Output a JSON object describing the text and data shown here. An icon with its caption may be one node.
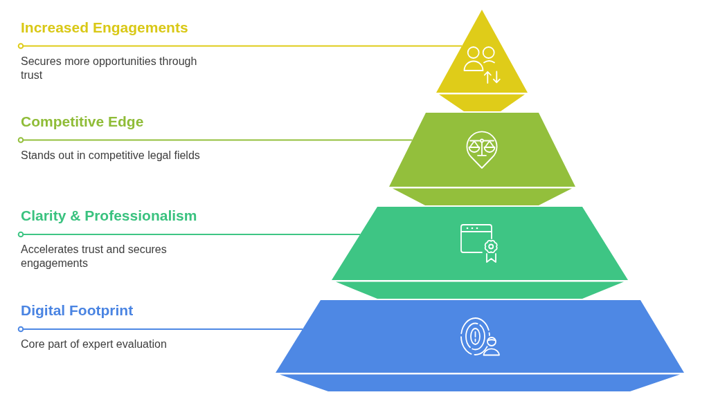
{
  "diagram": {
    "nodes": [
      {
        "text": [
          "Increased Engagements",
          "Secures more opportunities through trust"
        ]
      },
      {
        "text": [],
        "shape": "triangle"
      },
      {
        "text": [
          "Competitive Edge",
          "Stands out in competitive legal fields"
        ]
      },
      {
        "text": [],
        "shape": "trapezoid"
      },
      {
        "text": [
          "Clarity & Professionalism",
          "Accelerates trust and secures engagements"
        ]
      },
      {
        "text": [],
        "shape": "trapezoid"
      },
      {
        "text": [
          "Digital Footprint",
          "Core part of expert evaluation"
        ]
      },
      {
        "text": [],
        "shape": "trapezoid"
      }
    ],
    "edges": [
      {
        "from": 0,
        "to": 1,
        "arrow": "other",
        "color": "#dfcc19"
      },
      {
        "from": 2,
        "to": 3,
        "arrow": "other",
        "color": "#93bf3c"
      },
      {
        "from": 4,
        "to": 5,
        "arrow": "other",
        "color": "#3ec584"
      },
      {
        "from": 6,
        "to": 7,
        "arrow": "other",
        "color": "#4e88e4"
      }
    ]
  }
}
